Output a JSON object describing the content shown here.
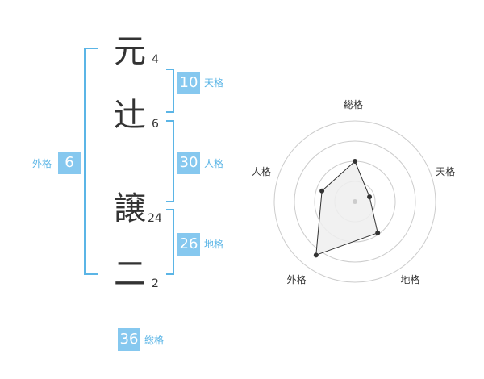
{
  "name": {
    "chars": [
      {
        "char": "元",
        "strokes": "4"
      },
      {
        "char": "辻",
        "strokes": "6"
      },
      {
        "char": "譲",
        "strokes": "24"
      },
      {
        "char": "二",
        "strokes": "2"
      }
    ]
  },
  "kakusu": {
    "tenkaku": {
      "value": "10",
      "label": "天格"
    },
    "jinkaku": {
      "value": "30",
      "label": "人格"
    },
    "chikaku": {
      "value": "26",
      "label": "地格"
    },
    "gaikaku": {
      "value": "6",
      "label": "外格"
    },
    "soukaku": {
      "value": "36",
      "label": "総格"
    }
  },
  "colors": {
    "accent": "#86c8ef",
    "bracket": "#5bb5e6",
    "text": "#333333"
  },
  "chart_data": {
    "type": "radar",
    "axes": [
      "総格",
      "天格",
      "地格",
      "外格",
      "人格"
    ],
    "values": [
      0.5,
      0.19,
      0.48,
      0.82,
      0.43
    ],
    "range": [
      0,
      1
    ],
    "rings": 4
  }
}
